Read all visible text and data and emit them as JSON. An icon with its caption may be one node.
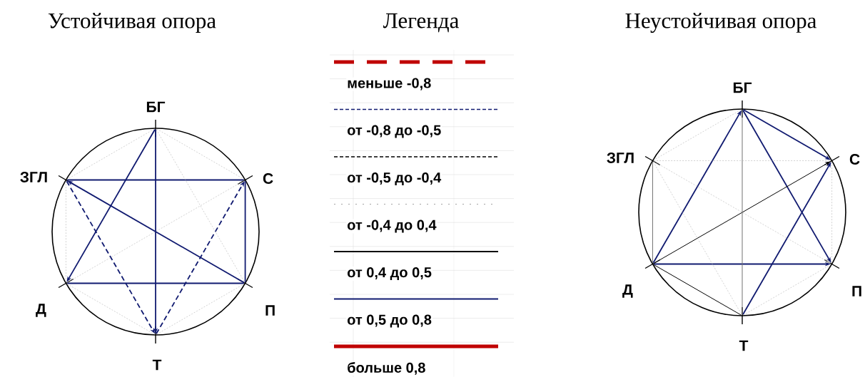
{
  "diagram": {
    "nodes": [
      {
        "text": [],
        "shape": "tick",
        "beside": [
          "БГ"
        ]
      },
      {
        "text": [],
        "shape": "tick",
        "beside": [
          "С"
        ]
      },
      {
        "text": [],
        "shape": "tick",
        "beside": [
          "П"
        ]
      },
      {
        "text": [],
        "shape": "tick",
        "beside": [
          "Т"
        ]
      },
      {
        "text": [],
        "shape": "tick",
        "beside": [
          "Д"
        ]
      },
      {
        "text": [],
        "shape": "tick",
        "beside": [
          "ЗГЛ"
        ]
      },
      {
        "text": [],
        "shape": "tick",
        "beside": [
          "БГ"
        ]
      },
      {
        "text": [],
        "shape": "tick",
        "beside": [
          "С"
        ]
      },
      {
        "text": [],
        "shape": "tick",
        "beside": [
          "П"
        ]
      },
      {
        "text": [],
        "shape": "tick",
        "beside": [
          "Т"
        ]
      },
      {
        "text": [],
        "shape": "tick",
        "beside": [
          "Д"
        ]
      },
      {
        "text": [],
        "shape": "tick",
        "beside": [
          "ЗГЛ"
        ]
      }
    ],
    "edges": [
      {
        "from": 0,
        "to": 3,
        "arrow": "to",
        "color": "#101a70"
      },
      {
        "from": 5,
        "to": 1,
        "arrow": "none",
        "color": "#101a70"
      },
      {
        "from": 4,
        "to": 2,
        "arrow": "none",
        "color": "#101a70"
      },
      {
        "from": 1,
        "to": 2,
        "arrow": "none",
        "color": "#101a70"
      },
      {
        "from": 0,
        "to": 4,
        "arrow": "to",
        "color": "#101a70"
      },
      {
        "from": 2,
        "to": 5,
        "arrow": "to",
        "color": "#101a70"
      },
      {
        "from": 5,
        "to": 3,
        "arrow": "to",
        "style": "dashed",
        "color": "#101a70"
      },
      {
        "from": 3,
        "to": 1,
        "arrow": "to",
        "style": "dashed",
        "color": "#101a70"
      },
      {
        "from": 0,
        "to": 5,
        "arrow": "none",
        "style": "dashed",
        "color": "#b4b4b4"
      },
      {
        "from": 0,
        "to": 1,
        "arrow": "none",
        "style": "dashed",
        "color": "#b4b4b4"
      },
      {
        "from": 0,
        "to": 2,
        "arrow": "none",
        "style": "dashed",
        "color": "#b4b4b4"
      },
      {
        "from": 5,
        "to": 4,
        "arrow": "none",
        "style": "dashed",
        "color": "#b4b4b4"
      },
      {
        "from": 4,
        "to": 1,
        "arrow": "none",
        "style": "dashed",
        "color": "#b4b4b4"
      },
      {
        "from": 4,
        "to": 3,
        "arrow": "none",
        "style": "dashed",
        "color": "#b4b4b4"
      },
      {
        "from": 3,
        "to": 2,
        "arrow": "none",
        "style": "dashed",
        "color": "#b4b4b4"
      },
      {
        "from": 10,
        "to": 6,
        "arrow": "to",
        "color": "#101a70"
      },
      {
        "from": 6,
        "to": 7,
        "arrow": "to",
        "color": "#101a70"
      },
      {
        "from": 6,
        "to": 8,
        "arrow": "to",
        "color": "#101a70"
      },
      {
        "from": 9,
        "to": 7,
        "arrow": "to",
        "color": "#101a70"
      },
      {
        "from": 10,
        "to": 8,
        "arrow": "to",
        "color": "#101a70"
      },
      {
        "from": 10,
        "to": 7,
        "arrow": "to",
        "color": "#000000"
      },
      {
        "from": 10,
        "to": 9,
        "arrow": "none",
        "color": "#000000"
      },
      {
        "from": 6,
        "to": 9,
        "arrow": "none",
        "color": "#707070"
      },
      {
        "from": 11,
        "to": 10,
        "arrow": "none",
        "color": "#707070"
      },
      {
        "from": 11,
        "to": 7,
        "arrow": "none",
        "style": "dashed",
        "color": "#b4b4b4"
      },
      {
        "from": 11,
        "to": 8,
        "arrow": "to",
        "style": "dashed",
        "color": "#b4b4b4"
      },
      {
        "from": 11,
        "to": 9,
        "arrow": "none",
        "style": "dashed",
        "color": "#b4b4b4"
      },
      {
        "from": 7,
        "to": 8,
        "arrow": "none",
        "style": "dashed",
        "color": "#b4b4b4"
      },
      {
        "from": 9,
        "to": 8,
        "arrow": "none",
        "style": "dashed",
        "color": "#b4b4b4"
      },
      {
        "from": 6,
        "to": 11,
        "arrow": "none",
        "style": "dashed",
        "color": "#b4b4b4"
      }
    ],
    "labels": [
      "Устойчивая опора",
      "Легенда",
      "Неустойчивая опора"
    ],
    "legend": [
      {
        "text": "меньше -0,8"
      },
      {
        "text": "от -0,8 до -0,5"
      },
      {
        "text": "от -0,5 до -0,4"
      },
      {
        "text": "от -0,4 до 0,4"
      },
      {
        "text": "от 0,4 до 0,5"
      },
      {
        "text": "от 0,5 до 0,8"
      },
      {
        "text": "больше 0,8"
      }
    ]
  }
}
